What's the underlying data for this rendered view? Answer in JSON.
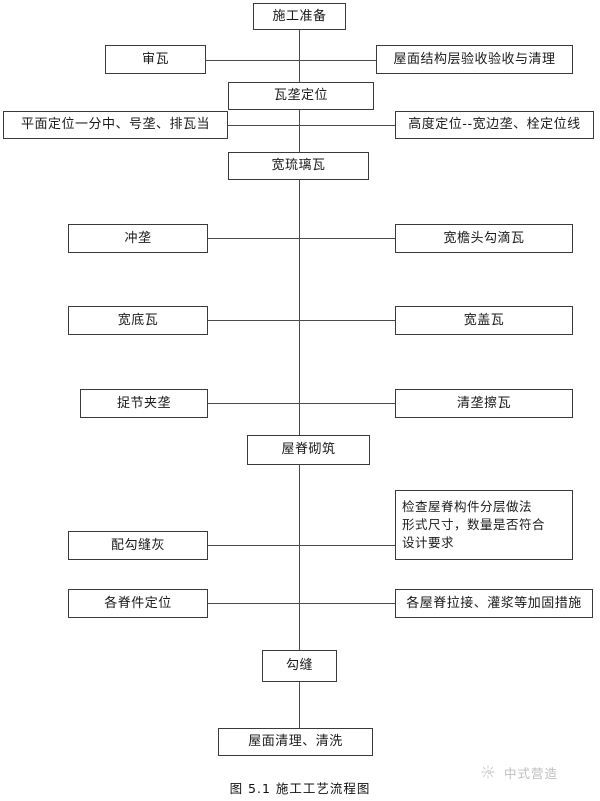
{
  "figure": {
    "caption": "图 5.1  施工工艺流程图",
    "watermark_text": "中式营造",
    "watermark_icon": "sunburst-logo-icon",
    "line_color": "#4a4a4a",
    "box_border_color": "#3a3a3a",
    "background": "#ffffff",
    "text_color": "#1a1a1a"
  },
  "flow": {
    "type": "flowchart",
    "orientation": "top-to-bottom",
    "nodes": [
      {
        "id": "n1",
        "label": "施工准备",
        "column": "center"
      },
      {
        "id": "n2l",
        "label": "审瓦",
        "column": "left"
      },
      {
        "id": "n2r",
        "label": "屋面结构层验收验收与清理",
        "column": "right"
      },
      {
        "id": "n3",
        "label": "瓦垄定位",
        "column": "center"
      },
      {
        "id": "n4l",
        "label": "平面定位一分中、号垄、排瓦当",
        "column": "left"
      },
      {
        "id": "n4r",
        "label": "高度定位--宽边垄、栓定位线",
        "column": "right"
      },
      {
        "id": "n5",
        "label": "宽琉璃瓦",
        "column": "center"
      },
      {
        "id": "n6l",
        "label": "冲垄",
        "column": "left"
      },
      {
        "id": "n6r",
        "label": "宽檐头勾滴瓦",
        "column": "right"
      },
      {
        "id": "n7l",
        "label": "宽底瓦",
        "column": "left"
      },
      {
        "id": "n7r",
        "label": "宽盖瓦",
        "column": "right"
      },
      {
        "id": "n8l",
        "label": "捉节夹垄",
        "column": "left"
      },
      {
        "id": "n8r",
        "label": "清垄擦瓦",
        "column": "right"
      },
      {
        "id": "n9",
        "label": "屋脊砌筑",
        "column": "center"
      },
      {
        "id": "n10r",
        "label": "检查屋脊构件分层做法\n形式尺寸，数量是否符合\n设计要求",
        "column": "right"
      },
      {
        "id": "n10l",
        "label": "配勾缝灰",
        "column": "left"
      },
      {
        "id": "n11l",
        "label": "各脊件定位",
        "column": "left"
      },
      {
        "id": "n11r",
        "label": "各屋脊拉接、灌浆等加固措施",
        "column": "right"
      },
      {
        "id": "n12",
        "label": "勾缝",
        "column": "center"
      },
      {
        "id": "n13",
        "label": "屋面清理、清洗",
        "column": "center"
      }
    ]
  }
}
